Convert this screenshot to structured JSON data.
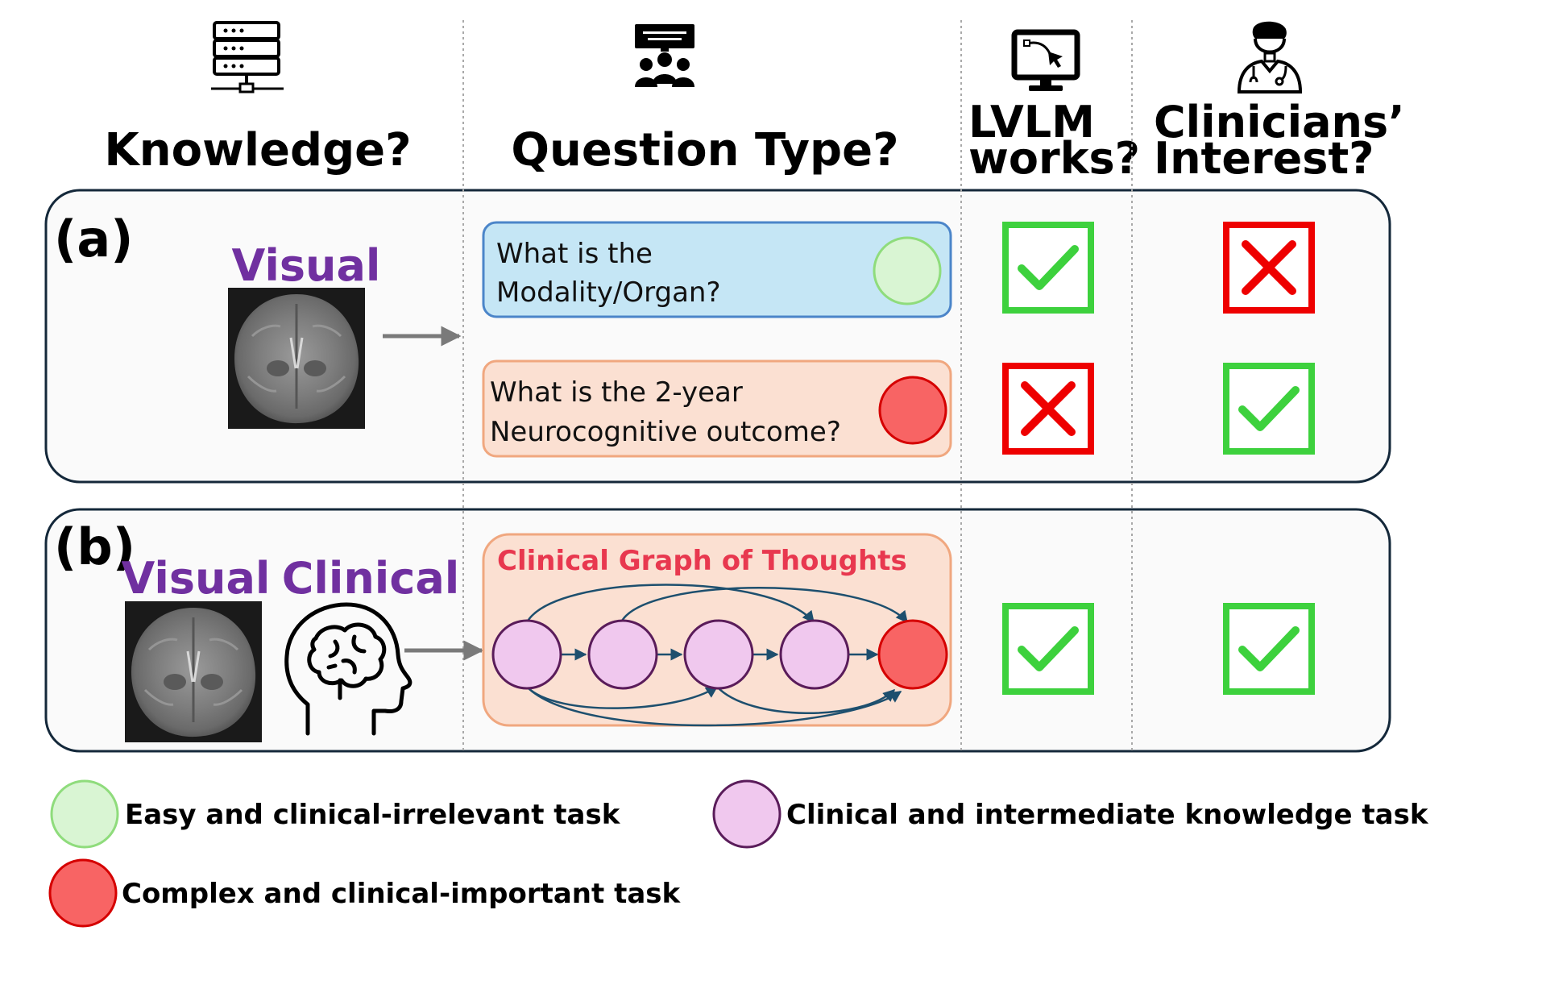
{
  "headers": {
    "knowledge": "Knowledge?",
    "question_type": "Question Type?",
    "lvlm_line1": "LVLM",
    "lvlm_line2": "works?",
    "clin_line1": "Clinicians’",
    "clin_line2": "Interest?"
  },
  "panel_a": {
    "label": "(a)",
    "knowledge": "Visual",
    "q1_line1": "What is the",
    "q1_line2": "Modality/Organ?",
    "q2_line1": "What is the 2-year",
    "q2_line2": "Neurocognitive outcome?",
    "q1_lvlm": "check",
    "q1_interest": "cross",
    "q2_lvlm": "cross",
    "q2_interest": "check"
  },
  "panel_b": {
    "label": "(b)",
    "knowledge_visual": "Visual",
    "knowledge_clinical": "Clinical",
    "graph_title": "Clinical Graph of Thoughts",
    "lvlm": "check",
    "interest": "check"
  },
  "legend": {
    "easy": "Easy and clinical-irrelevant task",
    "intermediate": "Clinical and intermediate knowledge task",
    "complex": "Complex and clinical-important task"
  },
  "colors": {
    "purple_text": "#7030a0",
    "check_green": "#3dd13d",
    "cross_red": "#ee0000",
    "easy_fill": "#d9f5d3",
    "easy_stroke": "#8fdc7c",
    "mid_fill": "#f0c8ee",
    "mid_stroke": "#5a1c5a",
    "complex_fill": "#f86464",
    "complex_stroke": "#d50000",
    "q1_box": "#c5e6f5",
    "q2_box": "#fbe0d2",
    "graph_title": "#e8384f"
  },
  "icons": [
    "server-icon",
    "presentation-audience-icon",
    "monitor-cursor-icon",
    "doctor-icon",
    "brain-head-icon",
    "brain-mri-image"
  ]
}
